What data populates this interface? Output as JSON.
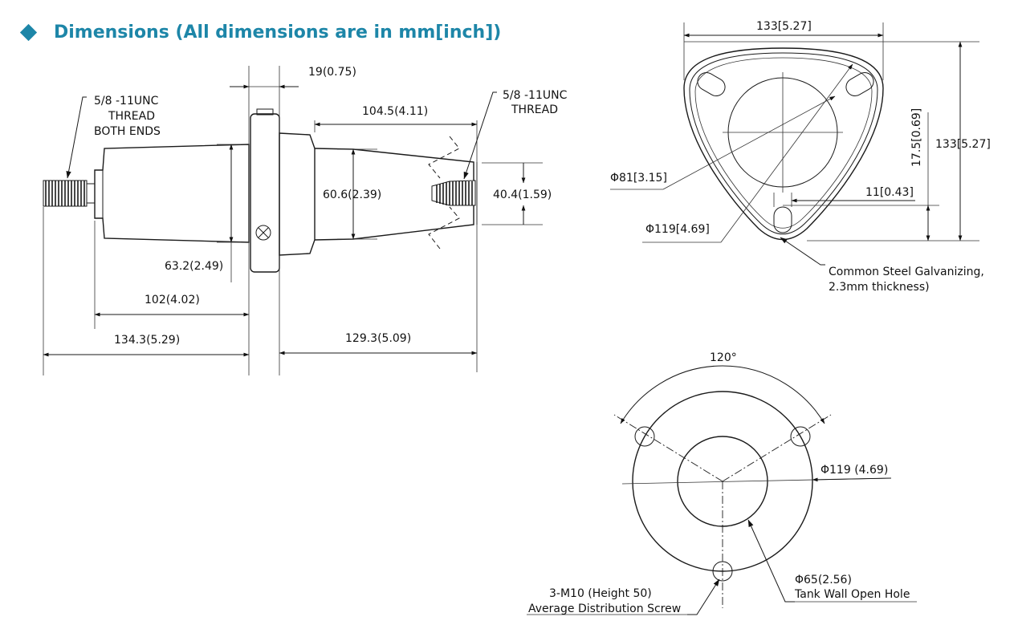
{
  "header": {
    "title": "Dimensions (All dimensions are in mm[inch])",
    "bullet_color": "#1d86a8",
    "title_color": "#1d86a8"
  },
  "side_view": {
    "thread_left": [
      "5/8 -11UNC",
      "THREAD",
      "BOTH ENDS"
    ],
    "thread_right": [
      "5/8 -11UNC",
      "THREAD"
    ],
    "dim_flange": "19(0.75)",
    "dim_cone_length": "104.5(4.11)",
    "dim_cone_dia": "60.6(2.39)",
    "dim_tip_dia": "40.4(1.59)",
    "dim_body_dia": "63.2(2.49)",
    "dim_body_length": "102(4.02)",
    "dim_rear_length": "134.3(5.29)",
    "dim_front_length": "129.3(5.09)"
  },
  "top_view": {
    "dim_width": "133[5.27]",
    "dim_height": "133[5.27]",
    "dim_inner_dia": "Φ81[3.15]",
    "dim_outer_dia": "Φ119[4.69]",
    "dim_offset_vertical": "17.5[0.69]",
    "dim_offset": "11[0.43]",
    "material_note": [
      "Common Steel Galvanizing,",
      "2.3mm thickness)"
    ]
  },
  "hole_view": {
    "angle": "120°",
    "dim_outer": "Φ119  (4.69)",
    "dim_hole": "Φ65(2.56)",
    "hole_note": "Tank Wall Open Hole",
    "screw_note": [
      "3-M10 (Height 50)",
      "Average Distribution Screw"
    ]
  }
}
